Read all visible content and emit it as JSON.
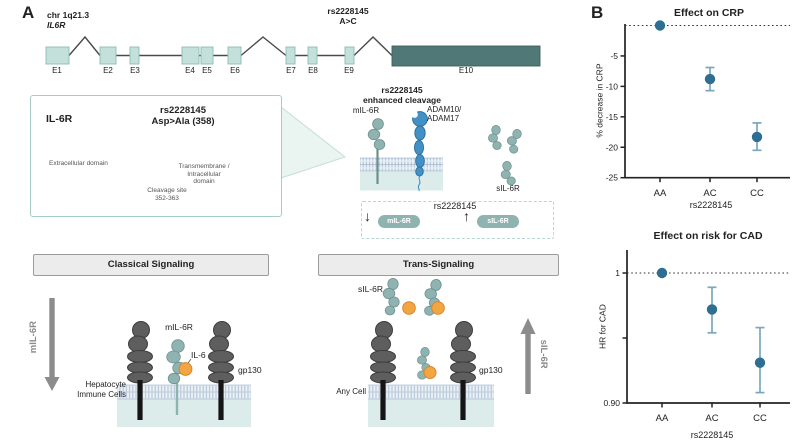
{
  "panelA": {
    "label": "A",
    "gene": {
      "locus": "chr 1q21.3",
      "name": "IL6R",
      "variant_id": "rs2228145",
      "variant_change": "A>C",
      "exons": [
        "E1",
        "E2",
        "E3",
        "E4",
        "E5",
        "E6",
        "E7",
        "E8",
        "E9",
        "E10"
      ]
    },
    "protein_box": {
      "name": "IL-6R",
      "variant_id": "rs2228145",
      "variant_effect": "Asp>Ala (358)",
      "extracellular": "Extracellular domain",
      "transmembrane_1": "Transmembrane /",
      "transmembrane_2": "Intracellular",
      "transmembrane_3": "domain",
      "cleavage_1": "Cleavage site",
      "cleavage_2": "352-363"
    },
    "cleavage_diagram": {
      "title_1": "rs2228145",
      "title_2": "enhanced cleavage",
      "mil6r": "mIL-6R",
      "adam_1": "ADAM10/",
      "adam_2": "ADAM17",
      "sil6r": "sIL-6R"
    },
    "effect_box": {
      "title": "rs2228145",
      "down_arrow": "↓",
      "up_arrow": "↑",
      "mil6r_pill": "mIL-6R",
      "sil6r_pill": "sIL-6R"
    },
    "classical": {
      "header": "Classical Signaling",
      "side_label": "mIL-6R",
      "receptor_label": "mIL-6R",
      "il6_label": "IL-6",
      "gp130_label": "gp130",
      "cell_1": "Hepatocyte",
      "cell_2": "Immune Cells"
    },
    "trans": {
      "header": "Trans-Signaling",
      "sil6r_label": "sIL-6R",
      "gp130_label": "gp130",
      "cell_label": "Any Cell",
      "side_label": "sIL-6R"
    }
  },
  "panelB": {
    "label": "B"
  },
  "chart_data": [
    {
      "id": "crp",
      "type": "scatter",
      "title": "Effect on CRP",
      "xlabel": "rs2228145",
      "ylabel": "% decrease in CRP",
      "categories": [
        "AA",
        "AC",
        "CC"
      ],
      "values": [
        0,
        -8.8,
        -18.3
      ],
      "ci_high": [
        0,
        -6.9,
        -16.0
      ],
      "ci_low": [
        0,
        -10.7,
        -20.5
      ],
      "ylim": [
        -25,
        0
      ],
      "yticks": [
        {
          "v": -5,
          "label": "-5"
        },
        {
          "v": -10,
          "label": "-10"
        },
        {
          "v": -15,
          "label": "-15"
        },
        {
          "v": -20,
          "label": "-20"
        },
        {
          "v": -25,
          "label": "-25"
        }
      ],
      "reference_line": 0,
      "grid": false,
      "point_color": "#2e6e92",
      "error_color": "#7aa7bd"
    },
    {
      "id": "cad",
      "type": "scatter",
      "title": "Effect on risk for CAD",
      "xlabel": "rs2228145",
      "ylabel": "HR for CAD",
      "categories": [
        "AA",
        "AC",
        "CC"
      ],
      "values": [
        1.0,
        0.972,
        0.931
      ],
      "ci_high": [
        1.0,
        0.989,
        0.958
      ],
      "ci_low": [
        1.0,
        0.954,
        0.908
      ],
      "ylim": [
        0.9,
        1.01
      ],
      "yticks": [
        {
          "v": 1,
          "label": "1"
        },
        {
          "v": 0.95,
          "label": ""
        },
        {
          "v": 0.9,
          "label": "0.90"
        }
      ],
      "reference_line": 1,
      "grid": false,
      "point_color": "#2e6e92",
      "error_color": "#7aa7bd"
    }
  ],
  "colors": {
    "exon_light_teal": "#c3e0db",
    "exon_dark_teal": "#4f7876",
    "protein_blob_teal": "#8fb3b1",
    "adam_blue": "#4191c6",
    "il6_orange": "#f2a643",
    "gp130_grey": "#5e5e5e",
    "membrane_blue": "#e9eff5",
    "cell_fill": "#dcecea",
    "point_blue": "#2e6e92",
    "error_blue": "#7aa7bd"
  }
}
